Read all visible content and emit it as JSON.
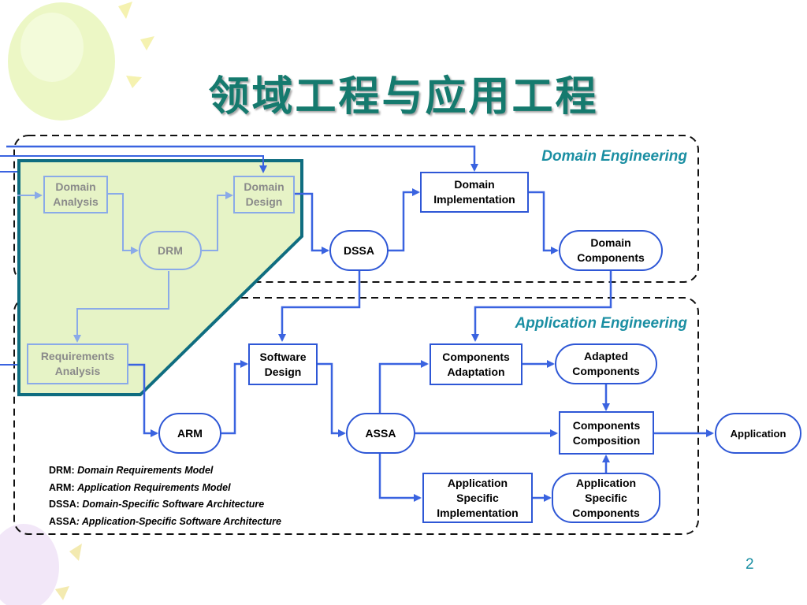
{
  "title": "领域工程与应用工程",
  "regions": {
    "domain_engineering": "Domain Engineering",
    "application_engineering": "Application Engineering"
  },
  "nodes": {
    "domain_analysis": "Domain\nAnalysis",
    "drm": "DRM",
    "domain_design": "Domain\nDesign",
    "dssa": "DSSA",
    "domain_implementation": "Domain\nImplementation",
    "domain_components": "Domain\nComponents",
    "requirements_analysis": "Requirements\nAnalysis",
    "arm": "ARM",
    "software_design": "Software\nDesign",
    "assa": "ASSA",
    "components_adaptation": "Components\nAdaptation",
    "adapted_components": "Adapted\nComponents",
    "components_composition": "Components\nComposition",
    "application": "Application",
    "application_specific_implementation": "Application\nSpecific\nImplementation",
    "application_specific_components": "Application\nSpecific\nComponents"
  },
  "legend": [
    {
      "abbr": "DRM:",
      "term": "Domain Requirements Model"
    },
    {
      "abbr": "ARM:",
      "term": "Application Requirements Model"
    },
    {
      "abbr": "DSSA:",
      "term": "Domain-Specific Software Architecture"
    },
    {
      "abbr": "ASSA",
      "term": ": Application-Specific Software Architecture"
    }
  ],
  "page_number": "2",
  "colors": {
    "connector": "#3a63e0",
    "node_border": "#2e57d6",
    "region_label": "#1b8fa3",
    "title": "#157a6e",
    "highlight_fill": "#e6f3c6",
    "highlight_border": "#0f6d80"
  }
}
